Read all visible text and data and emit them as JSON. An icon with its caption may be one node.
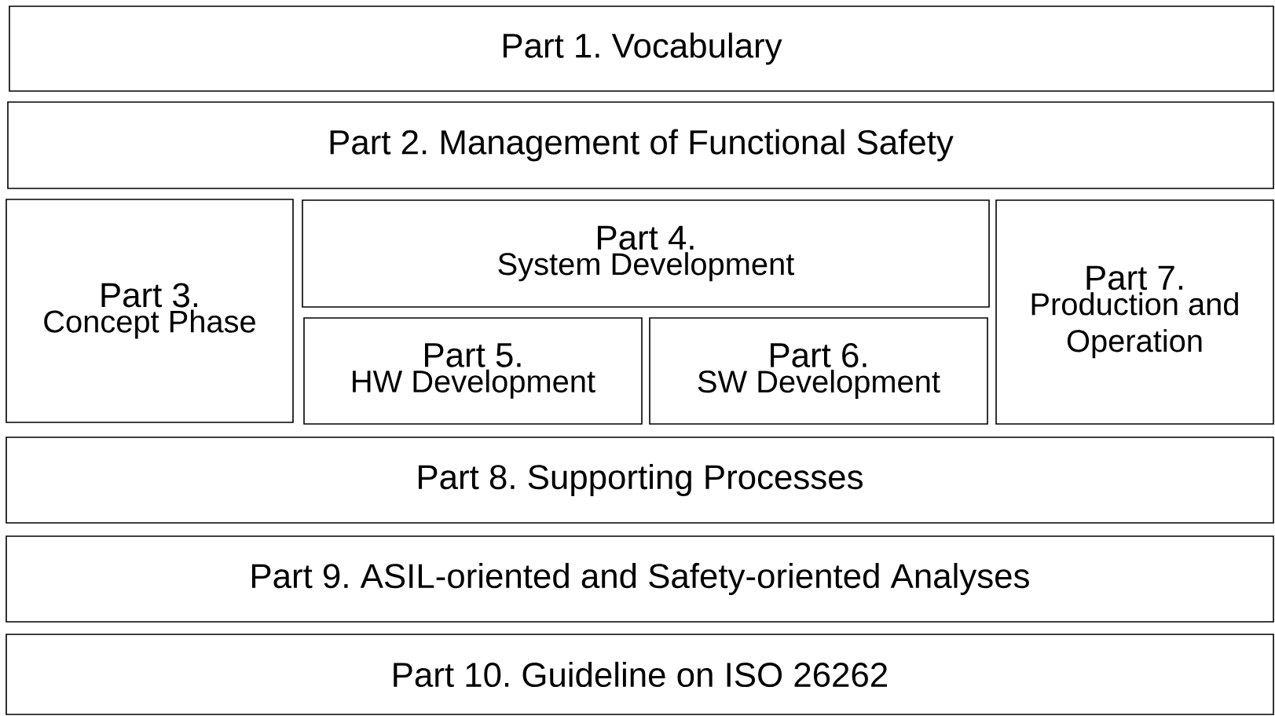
{
  "diagram": {
    "nodes": [
      {
        "text": [
          "Part 1. Vocabulary"
        ]
      },
      {
        "text": [
          "Part 2. Management of Functional Safety"
        ]
      },
      {
        "text": [
          "Part 3.",
          "Concept Phase"
        ]
      },
      {
        "text": [
          "Part 4.",
          "System Development"
        ]
      },
      {
        "text": [
          "Part 5.",
          "HW Development"
        ]
      },
      {
        "text": [
          "Part 6.",
          "SW Development"
        ]
      },
      {
        "text": [
          "Part 7.",
          "Production and Operation"
        ]
      },
      {
        "text": [
          "Part 8. Supporting Processes"
        ]
      },
      {
        "text": [
          "Part 9. ASIL-oriented and Safety-oriented Analyses"
        ]
      },
      {
        "text": [
          "Part 10. Guideline on ISO 26262"
        ]
      }
    ]
  }
}
